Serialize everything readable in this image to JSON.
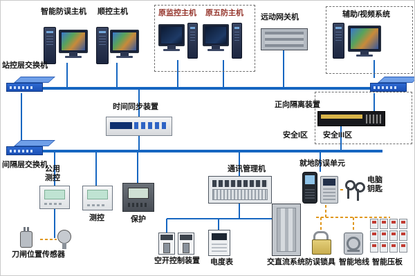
{
  "colors": {
    "bus": "#1666c1",
    "aux-link": "#e0971c",
    "dashed-box": "#6f6f6f",
    "label": "#151515",
    "legacy-label": "#96372e"
  },
  "labels": {
    "station_switch": "站控层交换机",
    "smart_anti_error_host": "智能防误主机",
    "sequence_control_host": "顺控主机",
    "original_monitor_host": "原监控主机",
    "original_five_prevention_host": "原五防主机",
    "remote_gateway": "远动网关机",
    "aux_video_system": "辅助/视频系统",
    "time_sync_device": "时间同步装置",
    "forward_isolation_device": "正向隔离装置",
    "security_zone_1": "安全I区",
    "security_zone_3": "安全III区",
    "bay_switch": "间隔层交换机",
    "public_measure_control": "公用测控",
    "measure_control": "测控",
    "protection": "保护",
    "comm_manager": "通讯管理机",
    "local_anti_error_unit": "就地防误单元",
    "computer_key": "电脑钥匙",
    "knife_position_sensor": "刀闸位置传感器",
    "air_switch_control": "空开控制装置",
    "energy_meter": "电度表",
    "ac_dc_system": "交直流系统",
    "anti_error_lock": "防误锁具",
    "smart_ground_wire": "智能地线",
    "smart_pressure_plate": "智能压板"
  }
}
